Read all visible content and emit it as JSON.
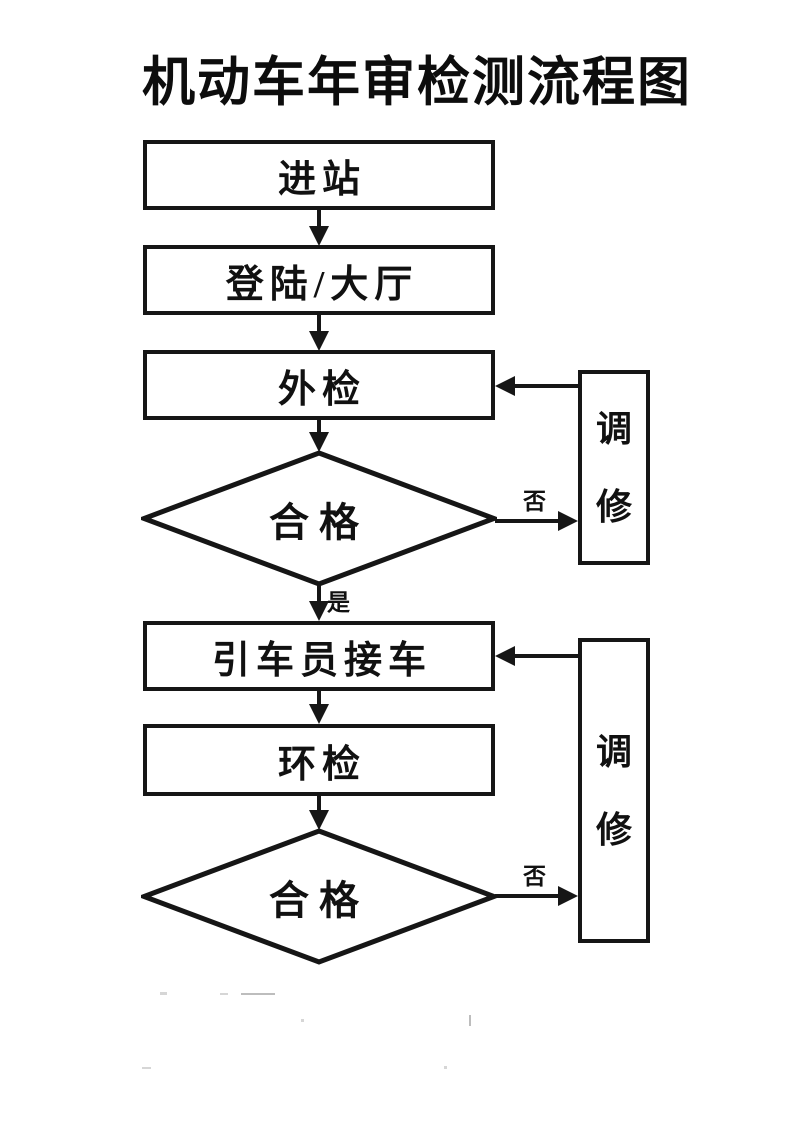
{
  "title": "机动车年审检测流程图",
  "colors": {
    "ink": "#161616",
    "background": "#ffffff"
  },
  "nodes": {
    "enter_station": {
      "label": "进站"
    },
    "login_hall": {
      "label": "登陆/大厅"
    },
    "external_inspection": {
      "label": "外检"
    },
    "qualified_1": {
      "label": "合格"
    },
    "driver_pickup": {
      "label": "引车员接车"
    },
    "env_inspection": {
      "label": "环检"
    },
    "qualified_2": {
      "label": "合格"
    },
    "repair_1": {
      "label": "调修"
    },
    "repair_2": {
      "label": "调修"
    }
  },
  "edges": {
    "yes_1": {
      "label": "是"
    },
    "no_1": {
      "label": "否"
    },
    "no_2": {
      "label": "否"
    }
  }
}
